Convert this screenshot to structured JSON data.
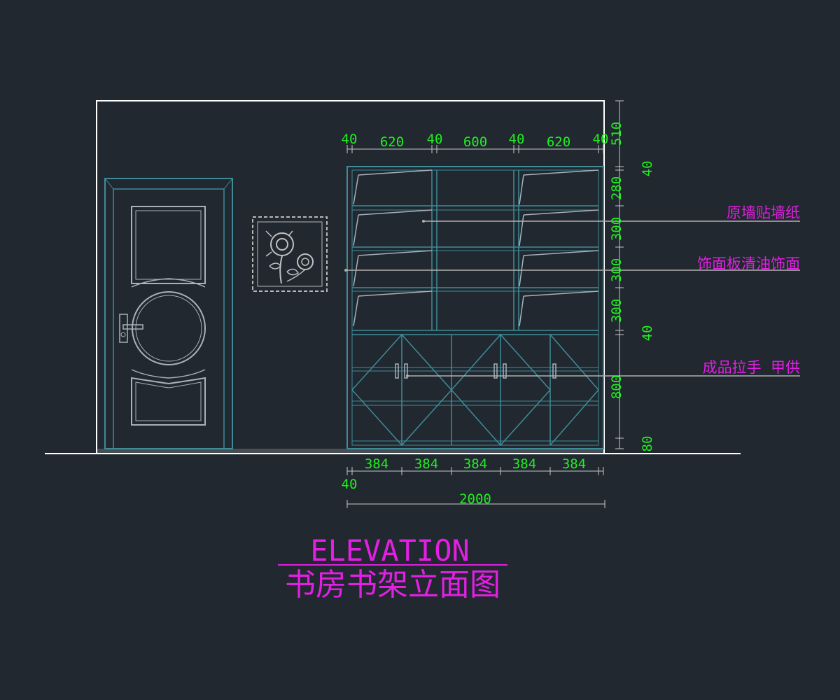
{
  "title": {
    "english": "ELEVATION",
    "chinese": "书房书架立面图"
  },
  "annotations": {
    "wallpaper": "原墙贴墙纸",
    "panel": "饰面板清油饰面",
    "handle": "成品拉手  甲供"
  },
  "dimensions": {
    "top": [
      "40",
      "620",
      "40",
      "600",
      "40",
      "620",
      "40"
    ],
    "right_outer": [
      "510",
      "280",
      "300",
      "300",
      "300",
      "800"
    ],
    "right_inner": [
      "40",
      "40",
      "80"
    ],
    "bottom_doors": [
      "384",
      "384",
      "384",
      "384",
      "384"
    ],
    "bottom_side": "40",
    "total_width": "2000"
  },
  "colors": {
    "background": "#212830",
    "dimension_text": "#22ee22",
    "annotation_text": "#e21fe2",
    "cabinet_lines": "#3f8c98",
    "wall_outline": "#ffffff"
  }
}
